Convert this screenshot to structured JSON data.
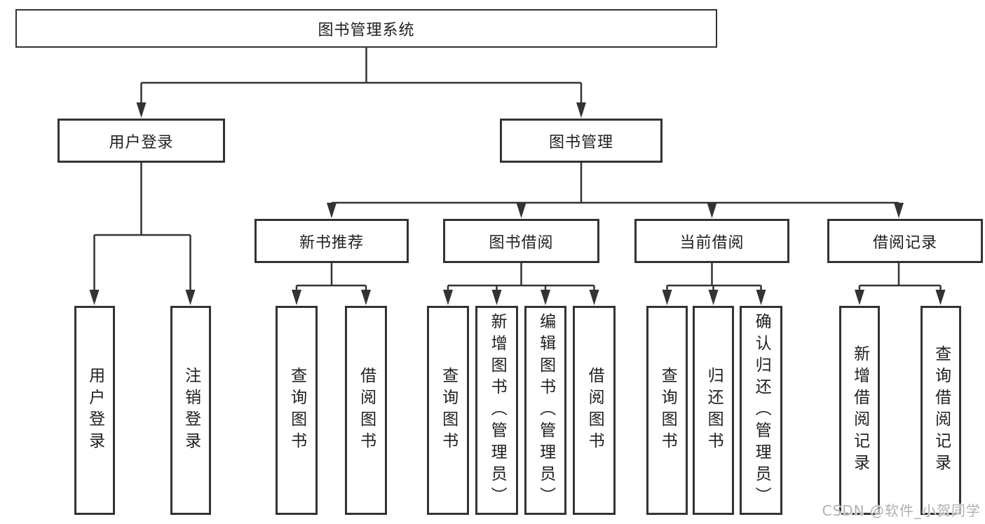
{
  "diagram_title": "图书管理系统",
  "tree": {
    "label": "图书管理系统",
    "children": [
      {
        "label": "用户登录",
        "children": [
          {
            "label": "用户登录"
          },
          {
            "label": "注销登录"
          }
        ]
      },
      {
        "label": "图书管理",
        "children": [
          {
            "label": "新书推荐",
            "children": [
              {
                "label": "查询图书"
              },
              {
                "label": "借阅图书"
              }
            ]
          },
          {
            "label": "图书借阅",
            "children": [
              {
                "label": "查询图书"
              },
              {
                "label": "新增图书（管理员）"
              },
              {
                "label": "编辑图书（管理员）"
              },
              {
                "label": "借阅图书"
              }
            ]
          },
          {
            "label": "当前借阅",
            "children": [
              {
                "label": "查询图书"
              },
              {
                "label": "归还图书"
              },
              {
                "label": "确认归还（管理员）"
              }
            ]
          },
          {
            "label": "借阅记录",
            "children": [
              {
                "label": "新增借阅记录"
              },
              {
                "label": "查询借阅记录"
              }
            ]
          }
        ]
      }
    ]
  },
  "watermark": {
    "text": "CSDN @软件_小贺同学"
  },
  "colors": {
    "line": "#333333",
    "box_border": "#333333",
    "text": "#1f1f1f",
    "watermark_text": "#b0b0b0",
    "background": "#ffffff"
  }
}
